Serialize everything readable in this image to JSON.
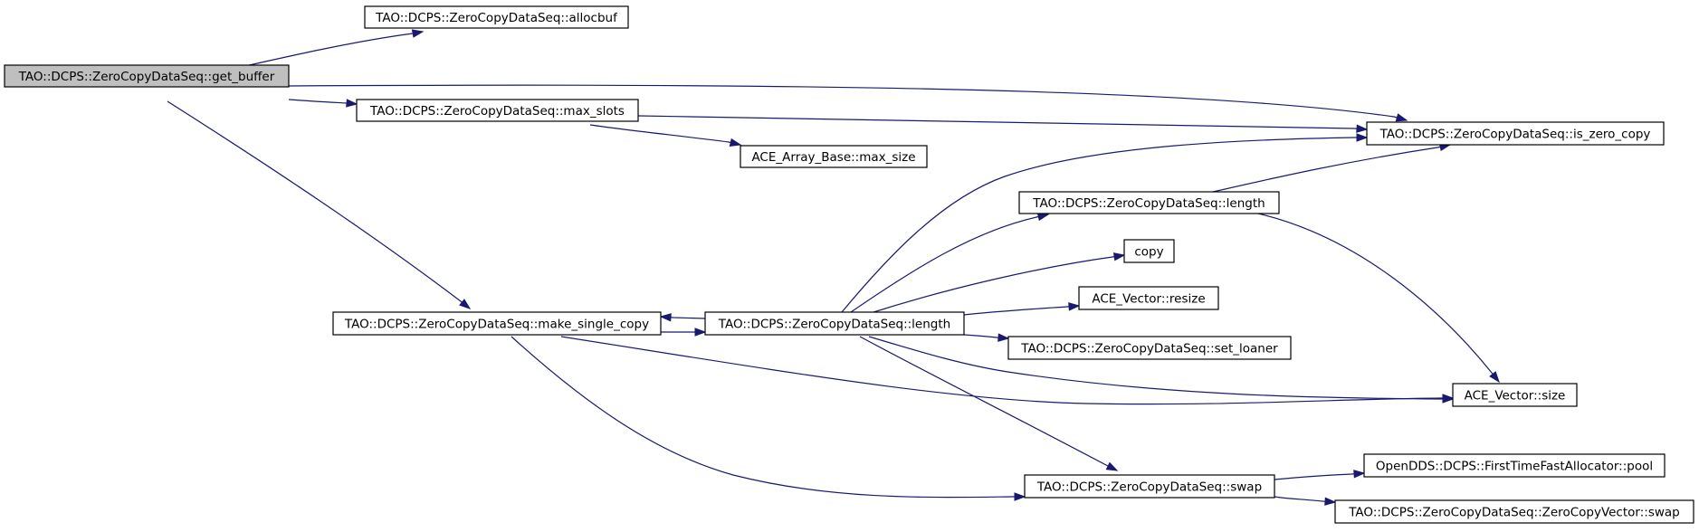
{
  "diagram": {
    "nodes": [
      {
        "id": "get_buffer",
        "label": "TAO::DCPS::ZeroCopyDataSeq::get_buffer",
        "highlighted": true
      },
      {
        "id": "allocbuf",
        "label": "TAO::DCPS::ZeroCopyDataSeq::allocbuf"
      },
      {
        "id": "max_slots",
        "label": "TAO::DCPS::ZeroCopyDataSeq::max_slots"
      },
      {
        "id": "is_zero_copy",
        "label": "TAO::DCPS::ZeroCopyDataSeq::is_zero_copy"
      },
      {
        "id": "max_size",
        "label": "ACE_Array_Base::max_size"
      },
      {
        "id": "length_top",
        "label": "TAO::DCPS::ZeroCopyDataSeq::length"
      },
      {
        "id": "copy",
        "label": "copy"
      },
      {
        "id": "resize",
        "label": "ACE_Vector::resize"
      },
      {
        "id": "make_single_copy",
        "label": "TAO::DCPS::ZeroCopyDataSeq::make_single_copy"
      },
      {
        "id": "length_mid",
        "label": "TAO::DCPS::ZeroCopyDataSeq::length"
      },
      {
        "id": "set_loaner",
        "label": "TAO::DCPS::ZeroCopyDataSeq::set_loaner"
      },
      {
        "id": "vec_size",
        "label": "ACE_Vector::size"
      },
      {
        "id": "swap",
        "label": "TAO::DCPS::ZeroCopyDataSeq::swap"
      },
      {
        "id": "pool",
        "label": "OpenDDS::DCPS::FirstTimeFastAllocator::pool"
      },
      {
        "id": "zcv_swap",
        "label": "TAO::DCPS::ZeroCopyDataSeq::ZeroCopyVector::swap"
      }
    ],
    "edges": [
      {
        "from": "get_buffer",
        "to": "allocbuf"
      },
      {
        "from": "get_buffer",
        "to": "is_zero_copy"
      },
      {
        "from": "get_buffer",
        "to": "max_slots"
      },
      {
        "from": "get_buffer",
        "to": "make_single_copy"
      },
      {
        "from": "max_slots",
        "to": "is_zero_copy"
      },
      {
        "from": "max_slots",
        "to": "max_size"
      },
      {
        "from": "make_single_copy",
        "to": "length_mid"
      },
      {
        "from": "make_single_copy",
        "to": "vec_size"
      },
      {
        "from": "make_single_copy",
        "to": "swap"
      },
      {
        "from": "length_mid",
        "to": "make_single_copy"
      },
      {
        "from": "length_mid",
        "to": "is_zero_copy"
      },
      {
        "from": "length_mid",
        "to": "length_top"
      },
      {
        "from": "length_mid",
        "to": "copy"
      },
      {
        "from": "length_mid",
        "to": "resize"
      },
      {
        "from": "length_mid",
        "to": "set_loaner"
      },
      {
        "from": "length_mid",
        "to": "vec_size"
      },
      {
        "from": "length_mid",
        "to": "swap"
      },
      {
        "from": "length_top",
        "to": "is_zero_copy"
      },
      {
        "from": "length_top",
        "to": "vec_size"
      },
      {
        "from": "swap",
        "to": "pool"
      },
      {
        "from": "swap",
        "to": "zcv_swap"
      }
    ],
    "colors": {
      "node_fill": "#ffffff",
      "highlight_fill": "#bfbfbf",
      "node_border": "#000000",
      "edge": "#191970"
    }
  }
}
